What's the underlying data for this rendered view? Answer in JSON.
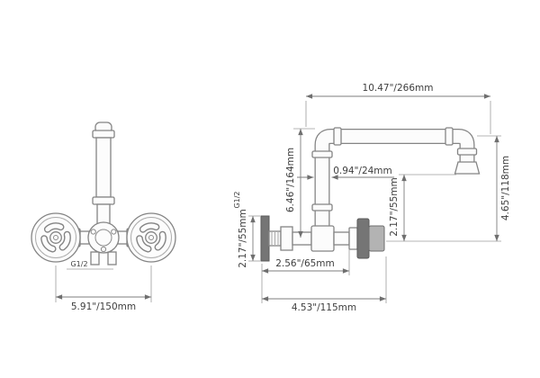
{
  "drawing": {
    "front_view": {
      "spread_dim": "5.91\"/150mm",
      "thread_label": "G1/2"
    },
    "side_view": {
      "overall_width_dim": "10.47\"/266mm",
      "overall_height_dim": "6.46\"/164mm",
      "pipe_diameter_dim": "0.94\"/24mm",
      "spout_height_dim": "4.65\"/118mm",
      "spout_clearance_dim": "2.17\"/55mm",
      "flange_height_dim": "2.17\"/55mm",
      "thread_label": "G1/2",
      "wall_offset_dim": "2.56\"/65mm",
      "overall_depth_dim": "4.53\"/115mm"
    }
  }
}
